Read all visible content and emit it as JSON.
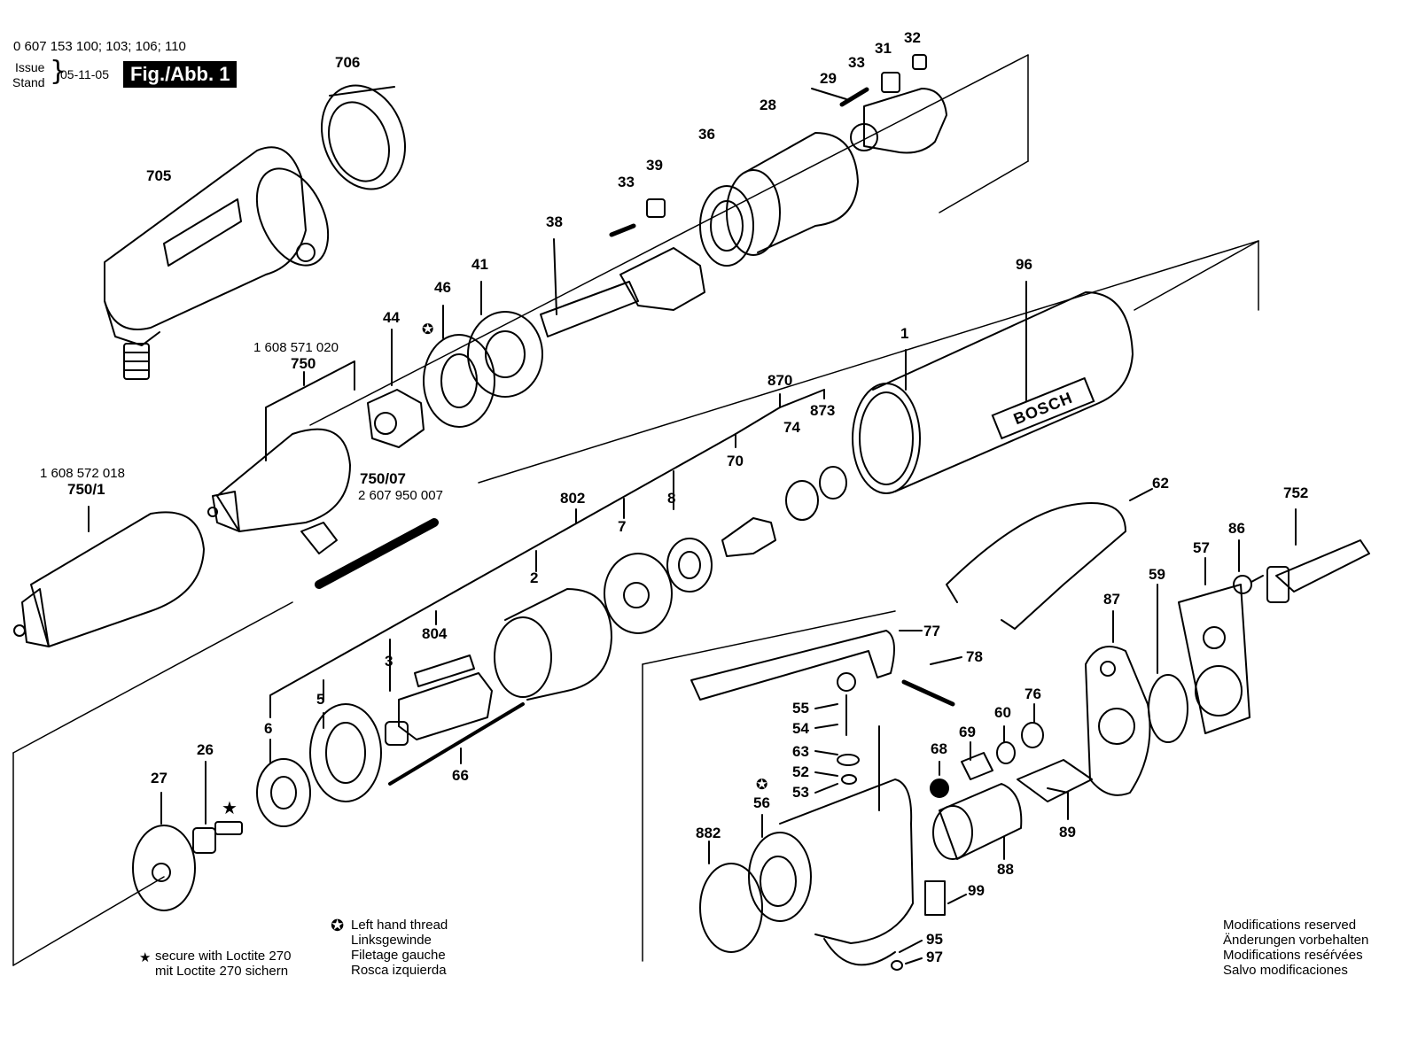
{
  "header": {
    "model_numbers": "0 607 153 100; 103; 106; 110",
    "issue_label": "Issue",
    "stand_label": "Stand",
    "issue_date": "05-11-05",
    "figure_badge": "Fig./Abb. 1"
  },
  "parts": {
    "p706": "706",
    "p705": "705",
    "p32": "32",
    "p31": "31",
    "p33a": "33",
    "p29": "29",
    "p28": "28",
    "p36": "36",
    "p39": "39",
    "p33b": "33",
    "p38": "38",
    "p41": "41",
    "p46": "46",
    "p44": "44",
    "p96": "96",
    "p1": "1",
    "p750_code": "1 608 571 020",
    "p750": "750",
    "p870": "870",
    "p873": "873",
    "p74": "74",
    "p70": "70",
    "p750_07": "750/07",
    "p750_07_code": "2 607 950 007",
    "p750_1_code": "1 608 572 018",
    "p750_1": "750/1",
    "p802": "802",
    "p8": "8",
    "p7": "7",
    "p2": "2",
    "p804": "804",
    "p3": "3",
    "p5": "5",
    "p6": "6",
    "p66": "66",
    "p26": "26",
    "p27": "27",
    "p62": "62",
    "p752": "752",
    "p86": "86",
    "p57": "57",
    "p59": "59",
    "p87": "87",
    "p77": "77",
    "p78": "78",
    "p55": "55",
    "p54": "54",
    "p63": "63",
    "p52": "52",
    "p53": "53",
    "p69": "69",
    "p60": "60",
    "p76": "76",
    "p68": "68",
    "p56": "56",
    "p882": "882",
    "p88": "88",
    "p89": "89",
    "p99": "99",
    "p95": "95",
    "p97": "97"
  },
  "housing_brand": "BOSCH",
  "legend": {
    "left_hand": [
      "Left hand thread",
      "Linksgewinde",
      "Filetage gauche",
      "Rosca izquierda"
    ],
    "loctite": [
      "secure with Loctite 270",
      "mit Loctite 270 sichern"
    ]
  },
  "modifications": [
    "Modifications reserved",
    "Änderungen vorbehalten",
    "Modifications reséŕvées",
    "Salvo modificaciones"
  ]
}
